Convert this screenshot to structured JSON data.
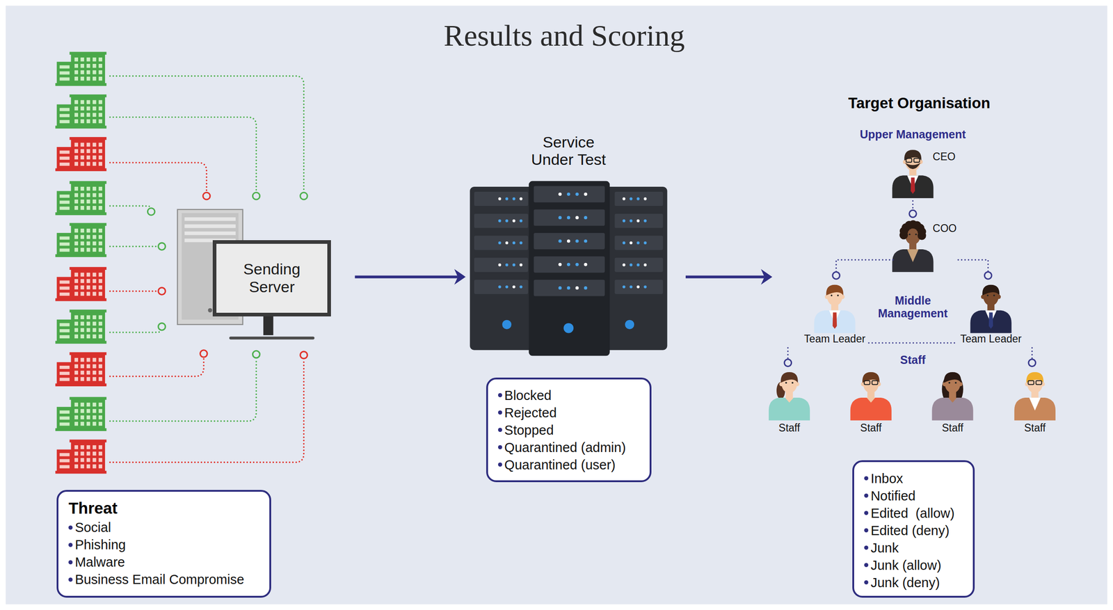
{
  "diagram": {
    "title": "Results and Scoring",
    "nodes": [
      {
        "text": [
          "Threat",
          "Social",
          "Phishing",
          "Malware",
          "Business Email Compromise"
        ]
      },
      {
        "text": [
          "Sending Server"
        ]
      },
      {
        "text": [
          "Service Under Test"
        ]
      },
      {
        "text": [
          "Blocked",
          "Rejected",
          "Stopped",
          "Quarantined (admin)",
          "Quarantined (user)"
        ]
      },
      {
        "text": [
          "Target Organisation"
        ]
      },
      {
        "text": [
          "CEO"
        ],
        "in": 4
      },
      {
        "text": [
          "COO"
        ],
        "in": 4
      },
      {
        "text": [
          "Team Leader"
        ],
        "in": 4
      },
      {
        "text": [
          "Team Leader"
        ],
        "in": 4
      },
      {
        "text": [
          "Staff"
        ],
        "in": 4
      },
      {
        "text": [
          "Staff"
        ],
        "in": 4
      },
      {
        "text": [
          "Staff"
        ],
        "in": 4
      },
      {
        "text": [
          "Staff"
        ],
        "in": 4
      },
      {
        "text": [
          "Inbox",
          "Notified",
          "Edited  (allow)",
          "Edited (deny)",
          "Junk",
          "Junk (allow)",
          "Junk (deny)"
        ]
      }
    ],
    "edges": [
      {
        "from": 1,
        "to": 2,
        "arrow": "to"
      },
      {
        "from": 2,
        "to": 4,
        "arrow": "to"
      },
      {
        "from": 5,
        "to": 6,
        "arrow": "none"
      },
      {
        "from": 6,
        "to": 7,
        "arrow": "none"
      },
      {
        "from": 6,
        "to": 8,
        "arrow": "none"
      },
      {
        "from": 7,
        "to": 8,
        "arrow": "none"
      },
      {
        "from": 7,
        "to": 9,
        "arrow": "none"
      },
      {
        "from": 8,
        "to": 12,
        "arrow": "none"
      }
    ],
    "labels": [
      "Upper Management",
      "Middle Management",
      "Staff"
    ]
  }
}
